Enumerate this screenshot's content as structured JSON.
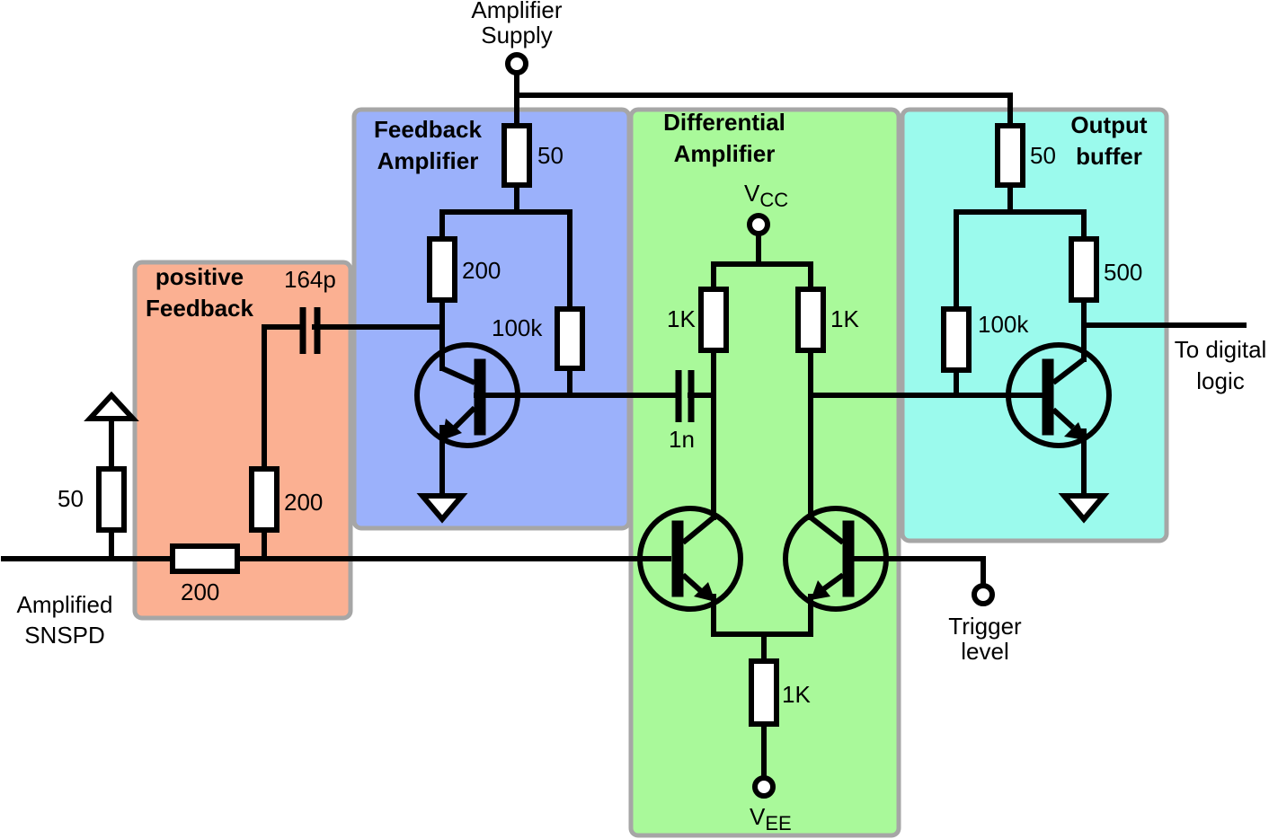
{
  "blocks": {
    "positive_feedback": {
      "title_line1": "positive",
      "title_line2": "Feedback",
      "color": "#fbb092"
    },
    "feedback_amplifier": {
      "title_line1": "Feedback",
      "title_line2": "Amplifier",
      "color": "#9bb1fb"
    },
    "differential_amplifier": {
      "title_line1": "Differential",
      "title_line2": "Amplifier",
      "color": "#a9f99a"
    },
    "output_buffer": {
      "title_line1": "Output",
      "title_line2": "buffer",
      "color": "#9bfaed"
    }
  },
  "terminals": {
    "amplifier_supply_line1": "Amplifier",
    "amplifier_supply_line2": "Supply",
    "vcc_main": "V",
    "vcc_sub": "CC",
    "vee_main": "V",
    "vee_sub": "EE",
    "trigger_line1": "Trigger",
    "trigger_line2": "level",
    "input_line1": "Amplified",
    "input_line2": "SNSPD",
    "output_line1": "To digital",
    "output_line2": "logic"
  },
  "components": {
    "r_input_termination": "50",
    "r_series_input": "200",
    "r_feedback_path": "200",
    "c_feedback": "164p",
    "r_fb_supply": "50",
    "r_fb_collector": "200",
    "r_fb_bias": "100k",
    "c_coupling": "1n",
    "r_diff_left": "1K",
    "r_diff_right": "1K",
    "r_tail": "1K",
    "r_buf_supply": "50",
    "r_buf_bias": "100k",
    "r_buf_collector": "500"
  }
}
